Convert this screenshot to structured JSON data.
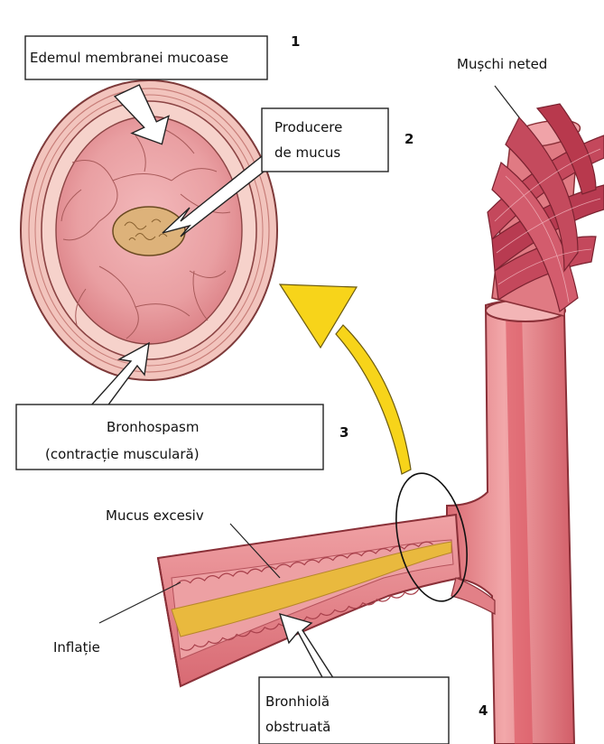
{
  "labels": {
    "mucosal_edema": "Edemul membranei mucoase",
    "mucus_production_line1": "Producere",
    "mucus_production_line2": "de mucus",
    "smooth_muscle": "Mușchi neted",
    "bronchospasm_line1": "Bronhospasm",
    "bronchospasm_line2": "(contracție musculară)",
    "excess_mucus": "Mucus excesiv",
    "inflammation": "Inflație",
    "obstructed_line1": "Bronhiolă",
    "obstructed_line2": "obstruată"
  },
  "numbers": {
    "n1": "1",
    "n2": "2",
    "n3": "3",
    "n4": "4"
  },
  "colors": {
    "tissue_pink": "#e9949a",
    "tissue_light": "#f6c9c6",
    "wall_red": "#c9454f",
    "mucus_yellow": "#e9b93e",
    "arrow_yellow": "#f7d41a",
    "muscle_red": "#b93a4e"
  }
}
